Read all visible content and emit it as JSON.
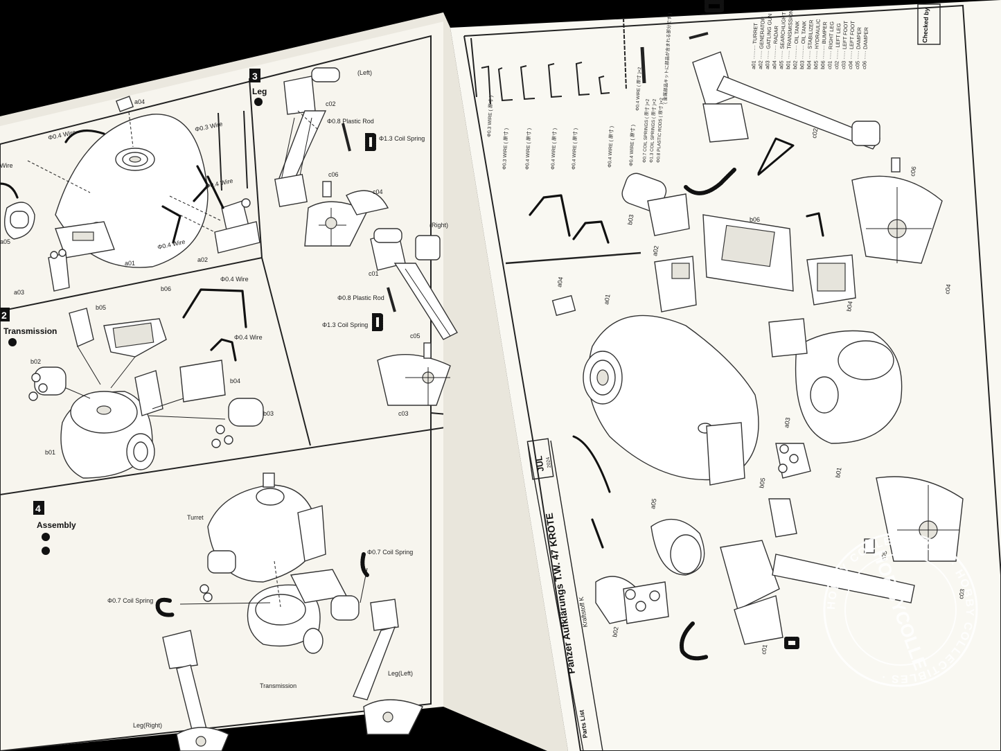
{
  "left_page": {
    "steps": [
      {
        "number": "3",
        "title": "Leg"
      },
      {
        "number": "2",
        "title": "Transmission"
      },
      {
        "number": "4",
        "title": "Assembly"
      }
    ],
    "step1": {
      "labels": [
        "a04",
        "Φ0.4 Wire",
        "Φ0.3 Wire",
        "Wire",
        "Φ0.4 Wire",
        "Φ0.4 Wire",
        "a05",
        "a01",
        "a02",
        "a03"
      ]
    },
    "step3": {
      "left": "(Left)",
      "right": "(Right)",
      "labels": [
        "c02",
        "Φ0.8 Plastic Rod",
        "Φ1.3 Coil Spring",
        "c06",
        "c04",
        "c01",
        "Φ0.8 Plastic Rod",
        "Φ1.3 Coil Spring",
        "c05",
        "c03"
      ]
    },
    "step2": {
      "labels": [
        "b06",
        "Φ0.4 Wire",
        "b05",
        "Φ0.4 Wire",
        "b04",
        "b02",
        "b03",
        "b01"
      ]
    },
    "step4": {
      "labels": [
        "Turret",
        "Φ0.7 Coil Spring",
        "Φ0.7 Coil Spring",
        "Transmission",
        "Leg(Left)",
        "Leg(Right)"
      ]
    }
  },
  "right_page": {
    "date_month": "JUL",
    "date_year": "2024",
    "product_title": "Panzer Aufklärungs T.W. 47 KRÖTE",
    "product_subtitle": "Kraftstoff K",
    "parts_list_label": "Parts List",
    "checked_label": "Checked by",
    "material_lines": [
      "Φ0.3 WIRE ( 原寸 )",
      "Φ0.3 WIRE ( 原寸 )",
      "Φ0.4 WIRE ( 原寸 )",
      "Φ0.4 WIRE ( 原寸 )",
      "Φ0.4 WIRE ( 原寸 )",
      "Φ0.4 WIRE ( 原寸 )",
      "Φ0.4 WIRE ( 原寸 )"
    ],
    "spring_lines": [
      "Φ0.4 WIRE ( 原寸 )×2",
      "Φ0.7 COIL SPRINGS ( 原寸 )×2",
      "Φ1.3 COIL SPRINGS ( 原寸 )×2",
      "Φ0.8 PLASTIC RODS ( 原寸 )×2"
    ],
    "note_jp": "( 金属部品キットに部品が含まれる部分です )",
    "parts_index": [
      "a01 ········ TURRET",
      "a02 ····· GENERATOR",
      "a03 ····· GATLING GUN",
      "a04 ········ RADAR",
      "a05 ····· SEARCHLIGHT",
      "b01 ····· TRANSMISSION",
      "b02 ········ OIL TANK",
      "b03 ········ OIL TANK",
      "b04 ····· STABILIZER",
      "b05 ····· HYDRAULIC",
      "b06 ········ BUMPER",
      "c01 ····· RIGHT LEG",
      "c02 ······ LEFT LEG",
      "c03 ····· LEFT FOOT",
      "c04 ····· LEFT FOOT",
      "c05 ····· DAMPER",
      "c06 ····· DAMPER"
    ],
    "part_labels": [
      "c02",
      "c06",
      "b03",
      "b06",
      "a02",
      "a04",
      "a01",
      "c04",
      "b04",
      "a03",
      "b05",
      "b01",
      "a05",
      "c05",
      "c03",
      "b02",
      "c01"
    ]
  },
  "watermark": {
    "ring_text": "HOBBY COLLECTIBLES · HOBBY COLLECTIBLES · ",
    "center_text": "HOBBYCOLLE"
  }
}
